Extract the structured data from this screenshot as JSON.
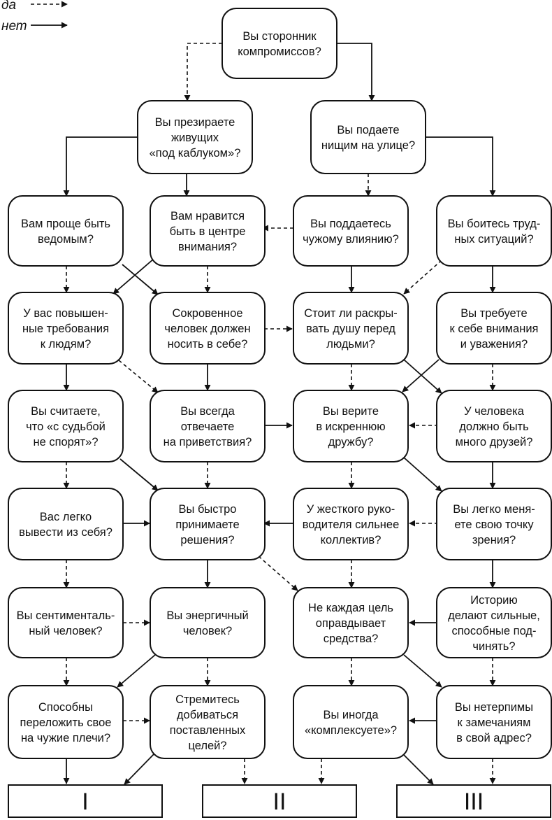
{
  "legend": {
    "yes_label": "да",
    "no_label": "нет"
  },
  "nodes": {
    "compromise": {
      "lines": [
        "Вы сторонник",
        "компромиссов?"
      ]
    },
    "despise": {
      "lines": [
        "Вы презираете",
        "живущих",
        "«под каблуком»?"
      ]
    },
    "give_beggars": {
      "lines": [
        "Вы подаете",
        "нищим на улице?"
      ]
    },
    "follower": {
      "lines": [
        "Вам проще быть",
        "ведомым?"
      ]
    },
    "attention_center": {
      "lines": [
        "Вам нравится",
        "быть в центре",
        "внимания?"
      ]
    },
    "influence": {
      "lines": [
        "Вы поддаетесь",
        "чужому влиянию?"
      ]
    },
    "afraid_difficult": {
      "lines": [
        "Вы боитесь труд-",
        "ных ситуаций?"
      ]
    },
    "high_demands": {
      "lines": [
        "У вас повышен-",
        "ные требования",
        "к людям?"
      ]
    },
    "secret": {
      "lines": [
        "Сокровенное",
        "человек должен",
        "носить в себе?"
      ]
    },
    "open_soul": {
      "lines": [
        "Стоит ли раскры-",
        "вать душу перед",
        "людьми?"
      ]
    },
    "demand_attention": {
      "lines": [
        "Вы требуете",
        "к себе внимания",
        "и уважения?"
      ]
    },
    "fate": {
      "lines": [
        "Вы считаете,",
        "что «с судьбой",
        "не спорят»?"
      ]
    },
    "greetings": {
      "lines": [
        "Вы всегда",
        "отвечаете",
        "на приветствия?"
      ]
    },
    "friendship": {
      "lines": [
        "Вы верите",
        "в искреннюю",
        "дружбу?"
      ]
    },
    "many_friends": {
      "lines": [
        "У человека",
        "должно быть",
        "много друзей?"
      ]
    },
    "temper": {
      "lines": [
        "Вас легко",
        "вывести из себя?"
      ]
    },
    "quick_decisions": {
      "lines": [
        "Вы быстро",
        "принимаете",
        "решения?"
      ]
    },
    "tough_leader": {
      "lines": [
        "У жесткого руко-",
        "водителя сильнее",
        "коллектив?"
      ]
    },
    "change_view": {
      "lines": [
        "Вы легко меня-",
        "ете свою точку",
        "зрения?"
      ]
    },
    "sentimental": {
      "lines": [
        "Вы сентименталь-",
        "ный человек?"
      ]
    },
    "energetic": {
      "lines": [
        "Вы энергичный",
        "человек?"
      ]
    },
    "ends_means": {
      "lines": [
        "Не каждая цель",
        "оправдывает",
        "средства?"
      ]
    },
    "history": {
      "lines": [
        "Историю",
        "делают сильные,",
        "способные под-",
        "чинять?"
      ]
    },
    "shift_burden": {
      "lines": [
        "Способны",
        "переложить свое",
        "на чужие плечи?"
      ]
    },
    "strive_goals": {
      "lines": [
        "Стремитесь",
        "добиваться",
        "поставленных",
        "целей?"
      ]
    },
    "complexes": {
      "lines": [
        "Вы иногда",
        "«комплексуете»?"
      ]
    },
    "intolerant": {
      "lines": [
        "Вы нетерпимы",
        "к замечаниям",
        "в свой адрес?"
      ]
    }
  },
  "outcomes": {
    "one": "I",
    "two": "II",
    "three": "III"
  }
}
